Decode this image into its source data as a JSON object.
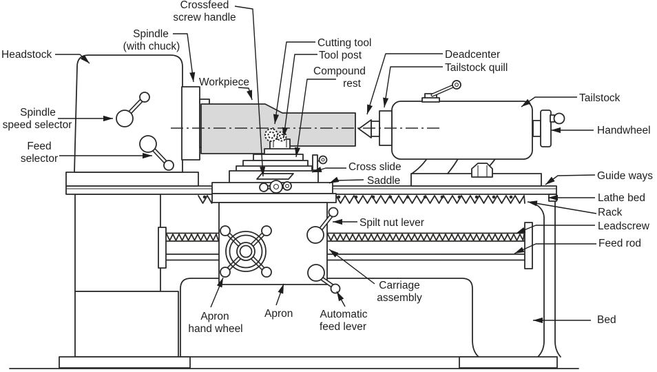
{
  "colors": {
    "outline": "#2b2a29",
    "label_text": "#1f1d1e",
    "workpiece_fill": "#d9d9d9",
    "background": "#ffffff"
  },
  "labels": {
    "crossfeed_screw_handle": {
      "lines": [
        "Crossfeed",
        "screw handle"
      ]
    },
    "spindle_with_chuck": {
      "lines": [
        "Spindle",
        "(with chuck)"
      ]
    },
    "headstock": {
      "lines": [
        "Headstock"
      ]
    },
    "spindle_speed_selector": {
      "lines": [
        "Spindle",
        "speed selector"
      ]
    },
    "feed_selector": {
      "lines": [
        "Feed",
        "selector"
      ]
    },
    "workpiece": {
      "lines": [
        "Workpiece"
      ]
    },
    "cutting_tool": {
      "lines": [
        "Cutting tool"
      ]
    },
    "tool_post": {
      "lines": [
        "Tool post"
      ]
    },
    "compound_rest": {
      "lines": [
        "Compound",
        "rest"
      ]
    },
    "deadcenter": {
      "lines": [
        "Deadcenter"
      ]
    },
    "tailstock_quill": {
      "lines": [
        "Tailstock quill"
      ]
    },
    "tailstock": {
      "lines": [
        "Tailstock"
      ]
    },
    "handwheel": {
      "lines": [
        "Handwheel"
      ]
    },
    "cross_slide": {
      "lines": [
        "Cross slide"
      ]
    },
    "saddle": {
      "lines": [
        "Saddle"
      ]
    },
    "guide_ways": {
      "lines": [
        "Guide ways"
      ]
    },
    "lathe_bed": {
      "lines": [
        "Lathe bed"
      ]
    },
    "rack": {
      "lines": [
        "Rack"
      ]
    },
    "leadscrew": {
      "lines": [
        "Leadscrew"
      ]
    },
    "feed_rod": {
      "lines": [
        "Feed rod"
      ]
    },
    "spilt_nut_lever": {
      "lines": [
        "Spilt nut lever"
      ]
    },
    "carriage_assembly": {
      "lines": [
        "Carriage",
        "assembly"
      ]
    },
    "apron_hand_wheel": {
      "lines": [
        "Apron",
        "hand wheel"
      ]
    },
    "apron": {
      "lines": [
        "Apron"
      ]
    },
    "automatic_feed_lever": {
      "lines": [
        "Automatic",
        "feed lever"
      ]
    },
    "bed": {
      "lines": [
        "Bed"
      ]
    }
  }
}
